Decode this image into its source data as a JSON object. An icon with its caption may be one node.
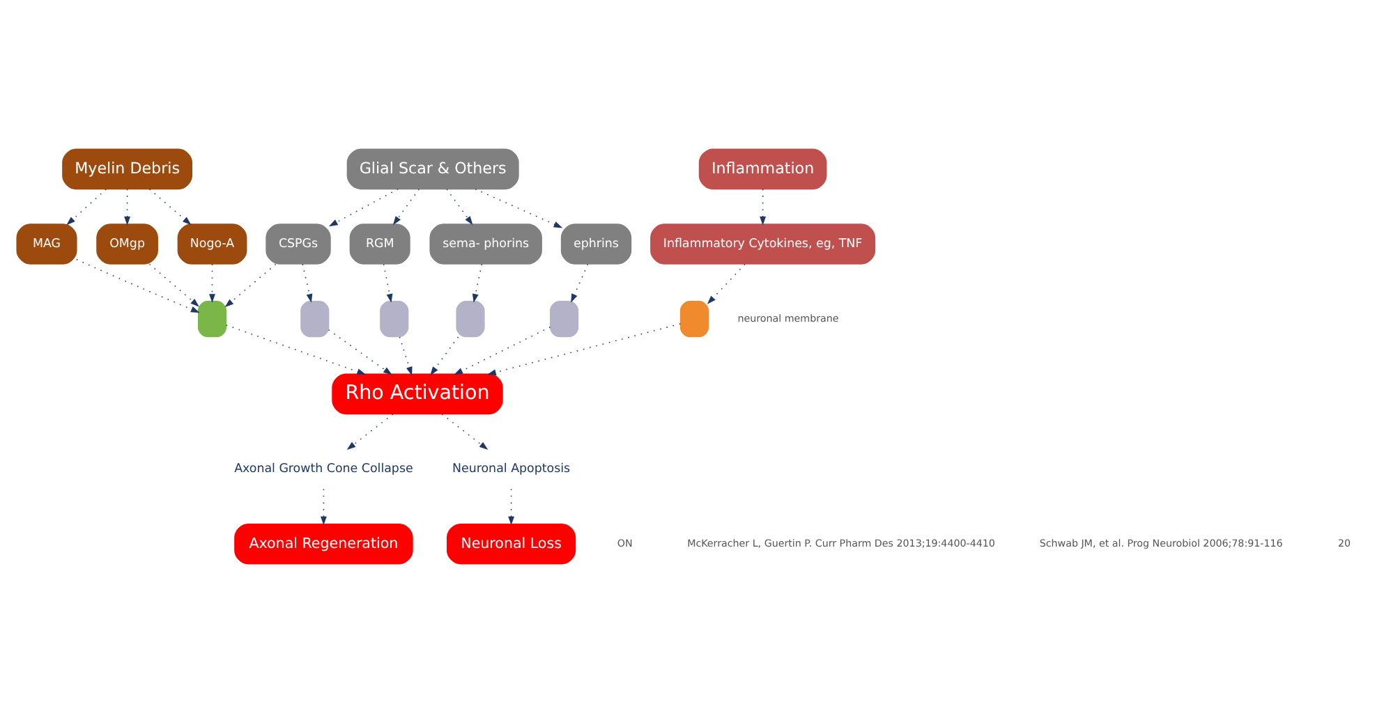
{
  "diagram": {
    "nodes": [
      {
        "text": [
          "Myelin Debris"
        ]
      },
      {
        "text": [
          "Glial Scar & Others"
        ]
      },
      {
        "text": [
          "Inflammation"
        ]
      },
      {
        "text": [
          "MAG"
        ]
      },
      {
        "text": [
          "OMgp"
        ]
      },
      {
        "text": [
          "Nogo-A"
        ]
      },
      {
        "text": [
          "CSPGs"
        ]
      },
      {
        "text": [
          "RGM"
        ]
      },
      {
        "text": [
          "sema- phorins"
        ]
      },
      {
        "text": [
          "ephrins"
        ]
      },
      {
        "text": [
          "Inflammatory Cytokines, eg, TNF"
        ]
      },
      {
        "text": [],
        "shape": "box"
      },
      {
        "text": [],
        "shape": "box"
      },
      {
        "text": [],
        "shape": "box"
      },
      {
        "text": [],
        "shape": "box"
      },
      {
        "text": [],
        "shape": "box"
      },
      {
        "text": [],
        "shape": "box"
      },
      {
        "text": [
          "Rho Activation"
        ]
      },
      {
        "text": [
          "Axonal Growth Cone Collapse"
        ]
      },
      {
        "text": [
          "Neuronal Apoptosis"
        ]
      },
      {
        "text": [
          "Axonal Regeneration"
        ]
      },
      {
        "text": [
          "Neuronal Loss"
        ]
      }
    ],
    "edges": [
      {
        "from": 0,
        "to": 3,
        "arrow": "to"
      },
      {
        "from": 0,
        "to": 4,
        "arrow": "to"
      },
      {
        "from": 0,
        "to": 5,
        "arrow": "to"
      },
      {
        "from": 1,
        "to": 6,
        "arrow": "to"
      },
      {
        "from": 1,
        "to": 7,
        "arrow": "to"
      },
      {
        "from": 1,
        "to": 8,
        "arrow": "to"
      },
      {
        "from": 1,
        "to": 9,
        "arrow": "to"
      },
      {
        "from": 2,
        "to": 10,
        "arrow": "to"
      },
      {
        "from": 3,
        "to": 11,
        "arrow": "to"
      },
      {
        "from": 4,
        "to": 11,
        "arrow": "to"
      },
      {
        "from": 5,
        "to": 11,
        "arrow": "to"
      },
      {
        "from": 6,
        "to": 11,
        "arrow": "to"
      },
      {
        "from": 6,
        "to": 12,
        "arrow": "to"
      },
      {
        "from": 7,
        "to": 13,
        "arrow": "to"
      },
      {
        "from": 8,
        "to": 14,
        "arrow": "to"
      },
      {
        "from": 9,
        "to": 15,
        "arrow": "to"
      },
      {
        "from": 10,
        "to": 16,
        "arrow": "to"
      },
      {
        "from": 11,
        "to": 17,
        "arrow": "to"
      },
      {
        "from": 12,
        "to": 17,
        "arrow": "to"
      },
      {
        "from": 13,
        "to": 17,
        "arrow": "to"
      },
      {
        "from": 14,
        "to": 17,
        "arrow": "to"
      },
      {
        "from": 15,
        "to": 17,
        "arrow": "to"
      },
      {
        "from": 16,
        "to": 17,
        "arrow": "to"
      },
      {
        "from": 17,
        "to": 18,
        "arrow": "to"
      },
      {
        "from": 17,
        "to": 19,
        "arrow": "to"
      },
      {
        "from": 18,
        "to": 20,
        "arrow": "to"
      },
      {
        "from": 19,
        "to": 21,
        "arrow": "to"
      }
    ],
    "labels": [
      "neuronal membrane",
      "ON",
      "McKerracher L, Guertin P. Curr Pharm Des 2013;19:4400-4410",
      "Schwab JM, et al. Prog Neurobiol 2006;78:91-116",
      "20"
    ]
  }
}
